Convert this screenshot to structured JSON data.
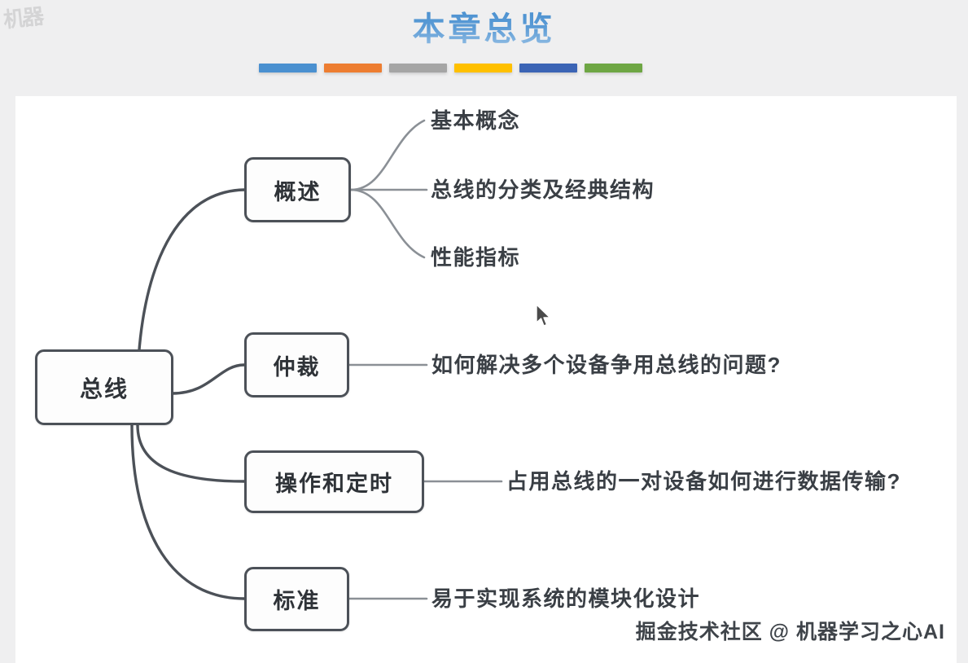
{
  "slide": {
    "title": "本章总览",
    "title_color": "#5b9bd5",
    "background_color": "#efeff0",
    "canvas_color": "#ffffff"
  },
  "color_bars": [
    {
      "name": "bar-blue",
      "color": "#4a90d0"
    },
    {
      "name": "bar-orange",
      "color": "#ed7d31"
    },
    {
      "name": "bar-gray",
      "color": "#a5a5a5"
    },
    {
      "name": "bar-yellow",
      "color": "#ffc000"
    },
    {
      "name": "bar-dark-blue",
      "color": "#3b64b5"
    },
    {
      "name": "bar-green",
      "color": "#6ea644"
    }
  ],
  "mindmap": {
    "root": {
      "label": "总线"
    },
    "branches": [
      {
        "label": "概述",
        "leaves": [
          {
            "label": "基本概念"
          },
          {
            "label": "总线的分类及经典结构"
          },
          {
            "label": "性能指标"
          }
        ]
      },
      {
        "label": "仲裁",
        "leaves": [
          {
            "label": "如何解决多个设备争用总线的问题?"
          }
        ]
      },
      {
        "label": "操作和定时",
        "leaves": [
          {
            "label": "占用总线的一对设备如何进行数据传输?"
          }
        ]
      },
      {
        "label": "标准",
        "leaves": [
          {
            "label": "易于实现系统的模块化设计"
          }
        ]
      }
    ],
    "node_border_color": "#4c5158",
    "node_fill_color": "#fdfdfd",
    "connector_color": "#4c5158",
    "leaf_connector_color": "#8b9096"
  },
  "watermarks": {
    "bottom_right": "掘金技术社区 @ 机器学习之心AI",
    "top_left": "机器"
  }
}
